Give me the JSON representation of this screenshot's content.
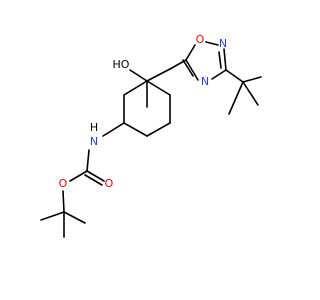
{
  "molecule": {
    "atom_labels": {
      "hydroxyl": "HO",
      "ring_oxygen": "O",
      "ring_nitrogen_top": "N",
      "ring_nitrogen_bottom": "N",
      "amide_nitrogen": "N",
      "amide_hydrogen": "H",
      "carbonyl_oxygen": "O",
      "ester_oxygen": "O"
    },
    "colors": {
      "bond": "#000000",
      "oxygen": "#ff0000",
      "nitrogen": "#1f3dff",
      "background": "#ffffff"
    }
  }
}
